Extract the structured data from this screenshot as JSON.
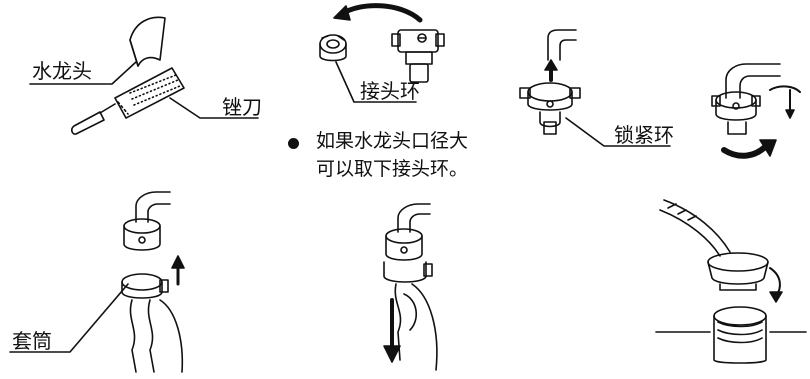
{
  "labels": {
    "faucet": "水龙头",
    "file": "锉刀",
    "adapter_ring": "接头环",
    "lock_ring": "锁紧环",
    "sleeve": "套筒"
  },
  "note": {
    "line1": "如果水龙头口径大",
    "line2": "可以取下接头环。"
  },
  "colors": {
    "ink": "#111111",
    "background": "#ffffff"
  }
}
